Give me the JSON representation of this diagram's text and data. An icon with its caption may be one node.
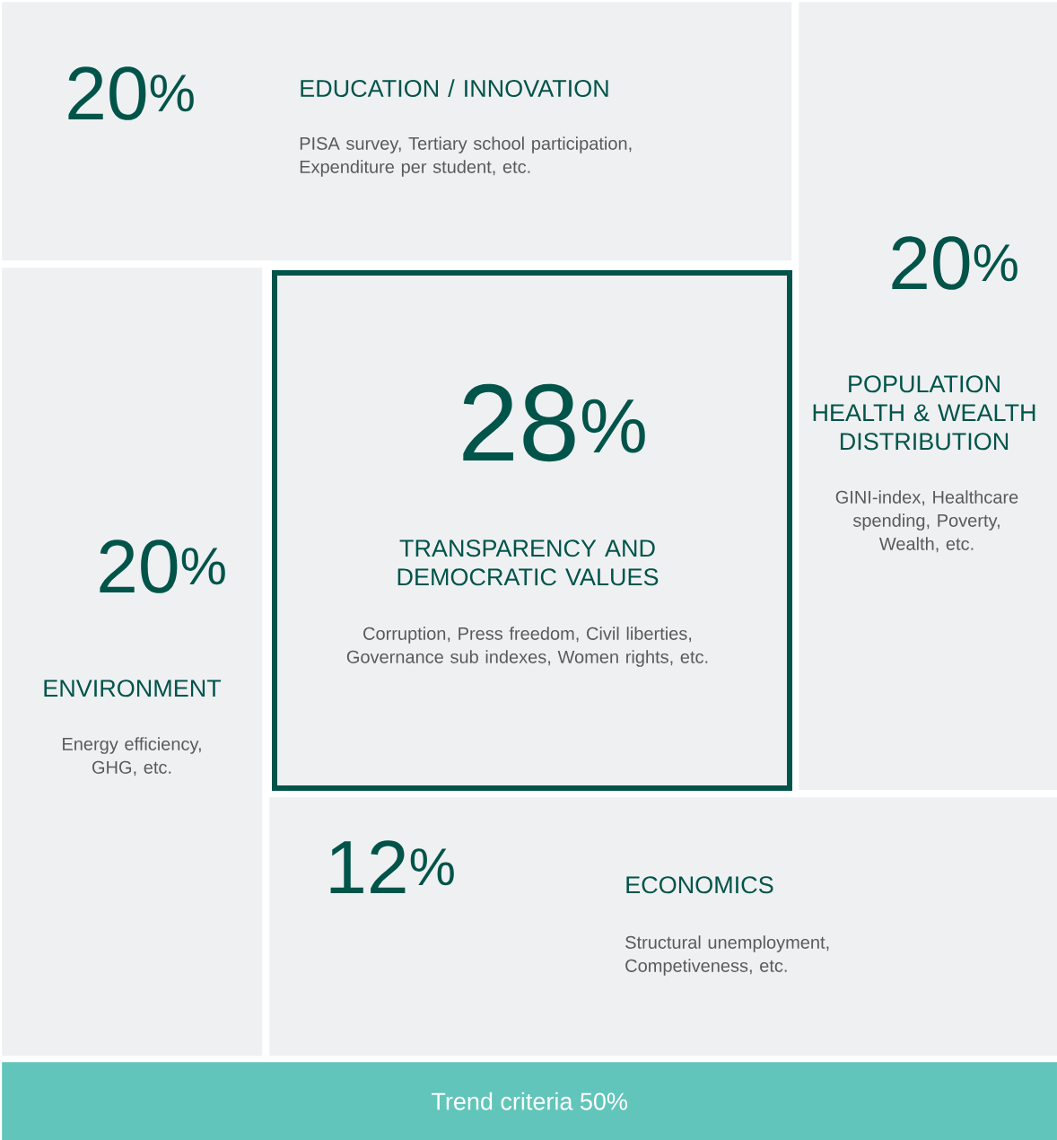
{
  "diagram": {
    "nodes": [
      {
        "text": [
          "20$^{%}$",
          "EDUCATION / INNOVATION",
          "PISA survey, Tertiary school participation, Expenditure per student, etc."
        ]
      },
      {
        "text": [
          "20$^{%}$",
          "POPULATION HEALTH & WEALTH DISTRIBUTION",
          "GINI-index, Healthcare spending, Poverty, Wealth, etc."
        ]
      },
      {
        "text": [
          "20$^{%}$",
          "ENVIRONMENT",
          "Energy efficiency, GHG, etc."
        ]
      },
      {
        "text": [
          "28$^{%}$",
          "TRANSPARENCY AND DEMOCRATIC VALUES",
          "Corruption, Press freedom, Civil liberties, Governance sub indexes, Women rights, etc."
        ]
      },
      {
        "text": [
          "12$^{%}$",
          "ECONOMICS",
          "Structural unemployment, Competiveness, etc."
        ]
      },
      {
        "text": [
          "Trend criteria 50%"
        ]
      }
    ]
  }
}
